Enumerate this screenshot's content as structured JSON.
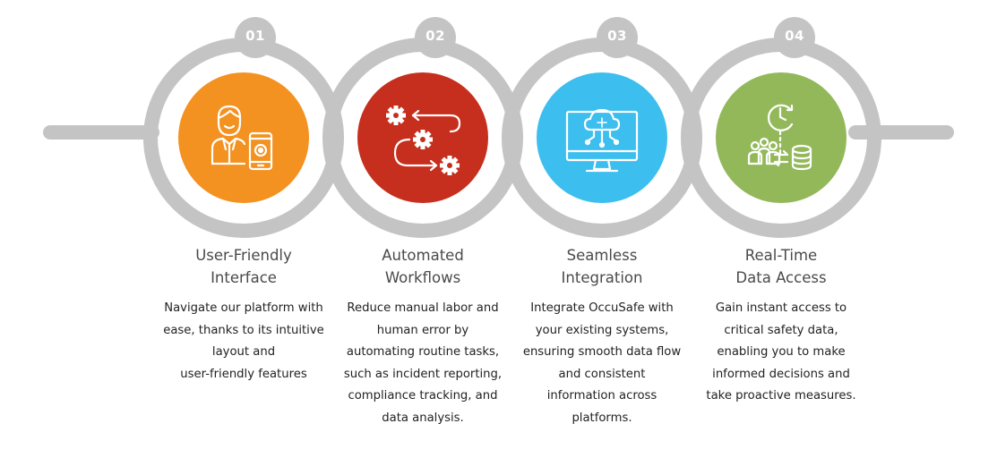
{
  "steps": [
    {
      "number": "01",
      "icon": "user-mobile-icon",
      "color": "#F39220",
      "title": [
        "User-Friendly",
        "Interface"
      ],
      "description": [
        "Navigate our platform with",
        "ease, thanks to its intuitive",
        "layout and",
        "user-friendly features"
      ]
    },
    {
      "number": "02",
      "icon": "workflow-gears-icon",
      "color": "#C62E1D",
      "title": [
        "Automated",
        "Workflows"
      ],
      "description": [
        "Reduce manual labor and",
        "human error by",
        "automating routine tasks,",
        "such as incident reporting,",
        "compliance tracking, and",
        "data analysis."
      ]
    },
    {
      "number": "03",
      "icon": "cloud-monitor-icon",
      "color": "#3CBEEF",
      "title": [
        "Seamless",
        "Integration"
      ],
      "description": [
        "Integrate OccuSafe with",
        "your existing systems,",
        "ensuring smooth data flow",
        "and consistent",
        "information across",
        "platforms."
      ]
    },
    {
      "number": "04",
      "icon": "data-access-icon",
      "color": "#93B85A",
      "title": [
        "Real-Time",
        "Data Access"
      ],
      "description": [
        "Gain instant access to",
        "critical safety data,",
        "enabling you to make",
        "informed decisions and",
        "take proactive measures."
      ]
    }
  ],
  "colors": {
    "track": "#C4C4C4",
    "text": "#4A4A4A"
  }
}
